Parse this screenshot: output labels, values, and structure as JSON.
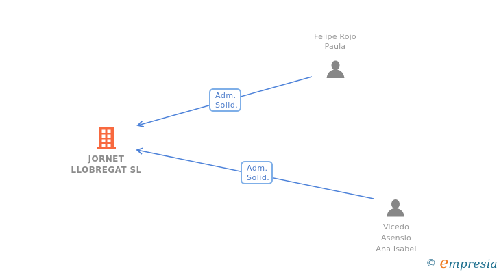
{
  "diagram": {
    "company": {
      "name_line1": "JORNET",
      "name_line2": "LLOBREGAT SL"
    },
    "people": [
      {
        "name_line1": "Felipe Rojo",
        "name_line2": "Paula",
        "name_line3": ""
      },
      {
        "name_line1": "Vicedo",
        "name_line2": "Asensio",
        "name_line3": "Ana Isabel"
      }
    ],
    "relationships": [
      {
        "label_line1": "Adm.",
        "label_line2": "Solid."
      },
      {
        "label_line1": "Adm.",
        "label_line2": "Solid."
      }
    ]
  },
  "footer": {
    "copyright_symbol": "©",
    "brand_initial": "e",
    "brand_rest": "mpresia"
  },
  "colors": {
    "link_blue": "#4d82d9",
    "label_border_blue": "#7fafe8",
    "label_text_blue": "#4a7ac9",
    "building_orange": "#f8693f",
    "person_gray": "#878787",
    "person_name_gray": "#979797",
    "company_name_gray": "#8c8c8c",
    "brand_orange": "#ee7b21",
    "brand_teal": "#1d6f8e"
  }
}
